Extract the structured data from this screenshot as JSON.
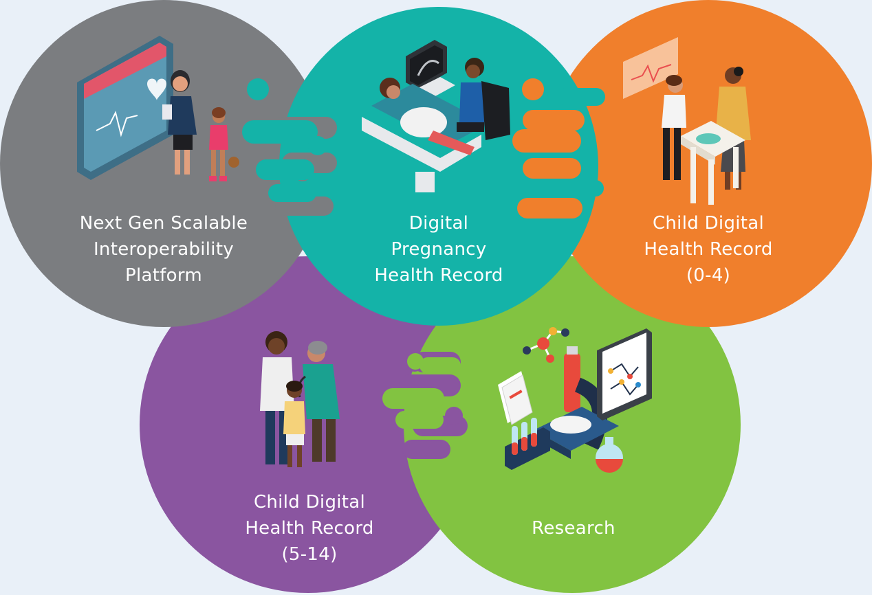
{
  "background": "#E9F0F8",
  "circles": [
    {
      "id": "platform",
      "color": "#7B7D80",
      "lines": [
        "Next Gen Scalable",
        "Interoperability",
        "Platform"
      ],
      "illustration": "clinician-with-child-at-screen"
    },
    {
      "id": "pregnancy",
      "color": "#14B3A8",
      "lines": [
        "Digital",
        "Pregnancy",
        "Health Record"
      ],
      "illustration": "ultrasound-exam"
    },
    {
      "id": "child-0-4",
      "color": "#F07F2C",
      "lines": [
        "Child Digital",
        "Health Record",
        "(0-4)"
      ],
      "illustration": "baby-on-changing-table"
    },
    {
      "id": "child-5-14",
      "color": "#8A55A0",
      "lines": [
        "Child Digital",
        "Health Record",
        "(5-14)"
      ],
      "illustration": "doctor-examining-child"
    },
    {
      "id": "research",
      "color": "#82C341",
      "lines": [
        "Research"
      ],
      "illustration": "microscope-and-lab"
    }
  ]
}
